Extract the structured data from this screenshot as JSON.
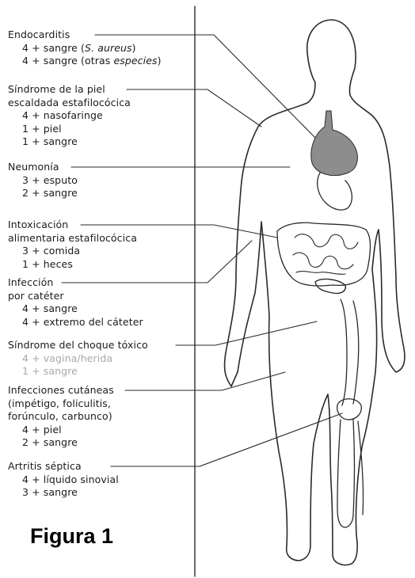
{
  "labels": {
    "endocarditis": {
      "title": "Endocarditis",
      "items": [
        {
          "prefix": "4 + sangre (",
          "italic": "S. aureus",
          "suffix": ")"
        },
        {
          "prefix": "4 + sangre (otras ",
          "italic": "especies",
          "suffix": ")"
        }
      ]
    },
    "sss": {
      "title": [
        "Síndrome de la piel",
        "escaldada estafilocócica"
      ],
      "items": [
        "4 + nasofaringe",
        "1 + piel",
        "1 + sangre"
      ]
    },
    "neumonia": {
      "title": "Neumonía",
      "items": [
        "3 + esputo",
        "2 + sangre"
      ]
    },
    "intoxicacion": {
      "title": [
        "Intoxicación",
        "alimentaria estafilocócica"
      ],
      "items": [
        "3 + comida",
        "1 + heces"
      ]
    },
    "cateter": {
      "title": [
        "Infección",
        "por catéter"
      ],
      "items": [
        "4 + sangre",
        "4 + extremo del cáteter"
      ]
    },
    "choque": {
      "title": "Síndrome del choque tóxico",
      "items": [
        "4 + vagina/herida",
        "1 + sangre"
      ]
    },
    "cutaneas": {
      "title": [
        "Infecciones cutáneas",
        "(impétigo, foliculitis,",
        "forúnculo, carbunco)"
      ],
      "items": [
        "4 + piel",
        "2 + sangre"
      ]
    },
    "artritis": {
      "title": "Artritis séptica",
      "items": [
        "4 + líquido sinovial",
        "3 + sangre"
      ]
    }
  },
  "caption": "Figura 1"
}
